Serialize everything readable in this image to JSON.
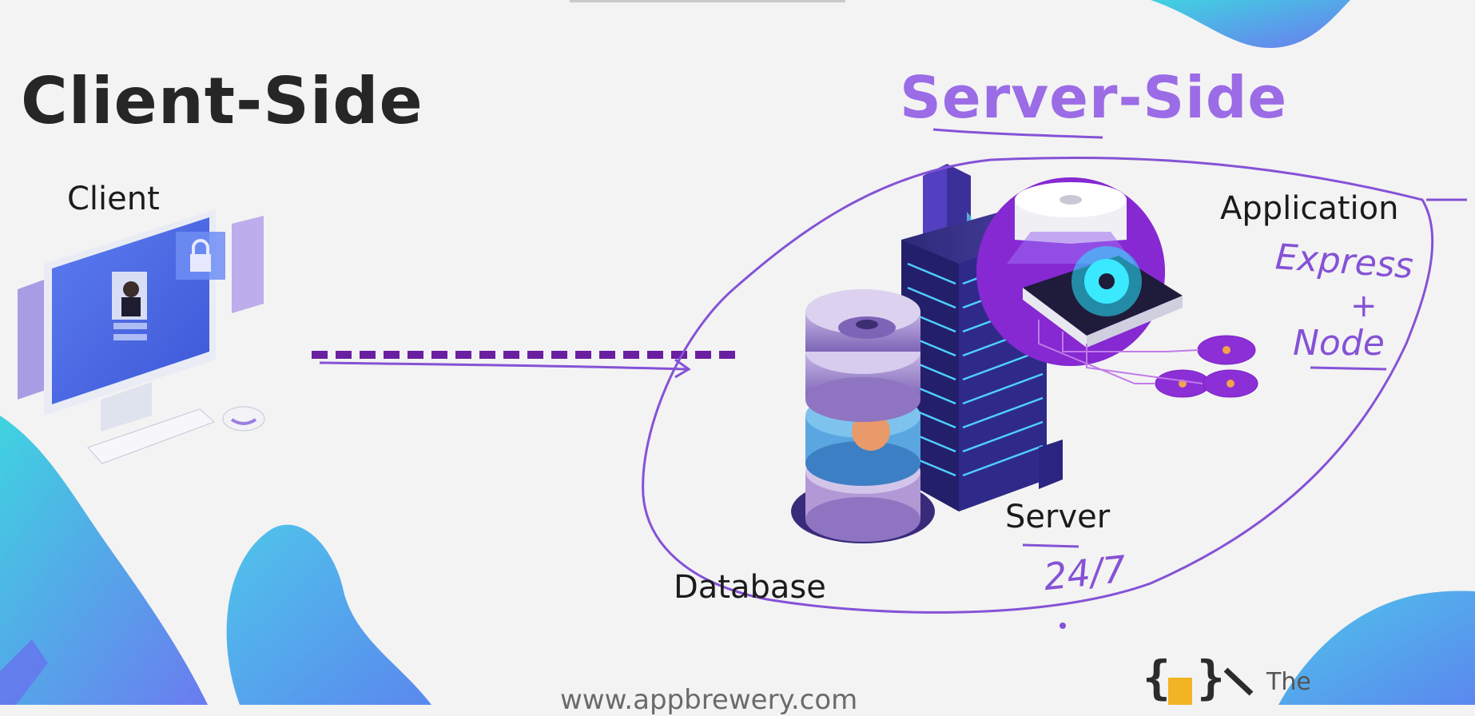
{
  "titles": {
    "client_side": "Client-Side",
    "server_side": "Server-Side"
  },
  "labels": {
    "client": "Client",
    "application": "Application",
    "server": "Server",
    "database": "Database"
  },
  "annotations": {
    "express": "Express",
    "plus": "+",
    "node": "Node",
    "uptime": "24/7"
  },
  "footer": {
    "url": "www.appbrewery.com",
    "brand": "The"
  },
  "colors": {
    "background": "#f3f3f3",
    "accent_purple": "#9b6ce6",
    "ink": "#8552d6",
    "dash": "#6a1fa0"
  },
  "icons": [
    "desktop-computer-icon",
    "database-icon",
    "server-rack-icon",
    "application-gear-icon",
    "brand-logo-icon"
  ]
}
